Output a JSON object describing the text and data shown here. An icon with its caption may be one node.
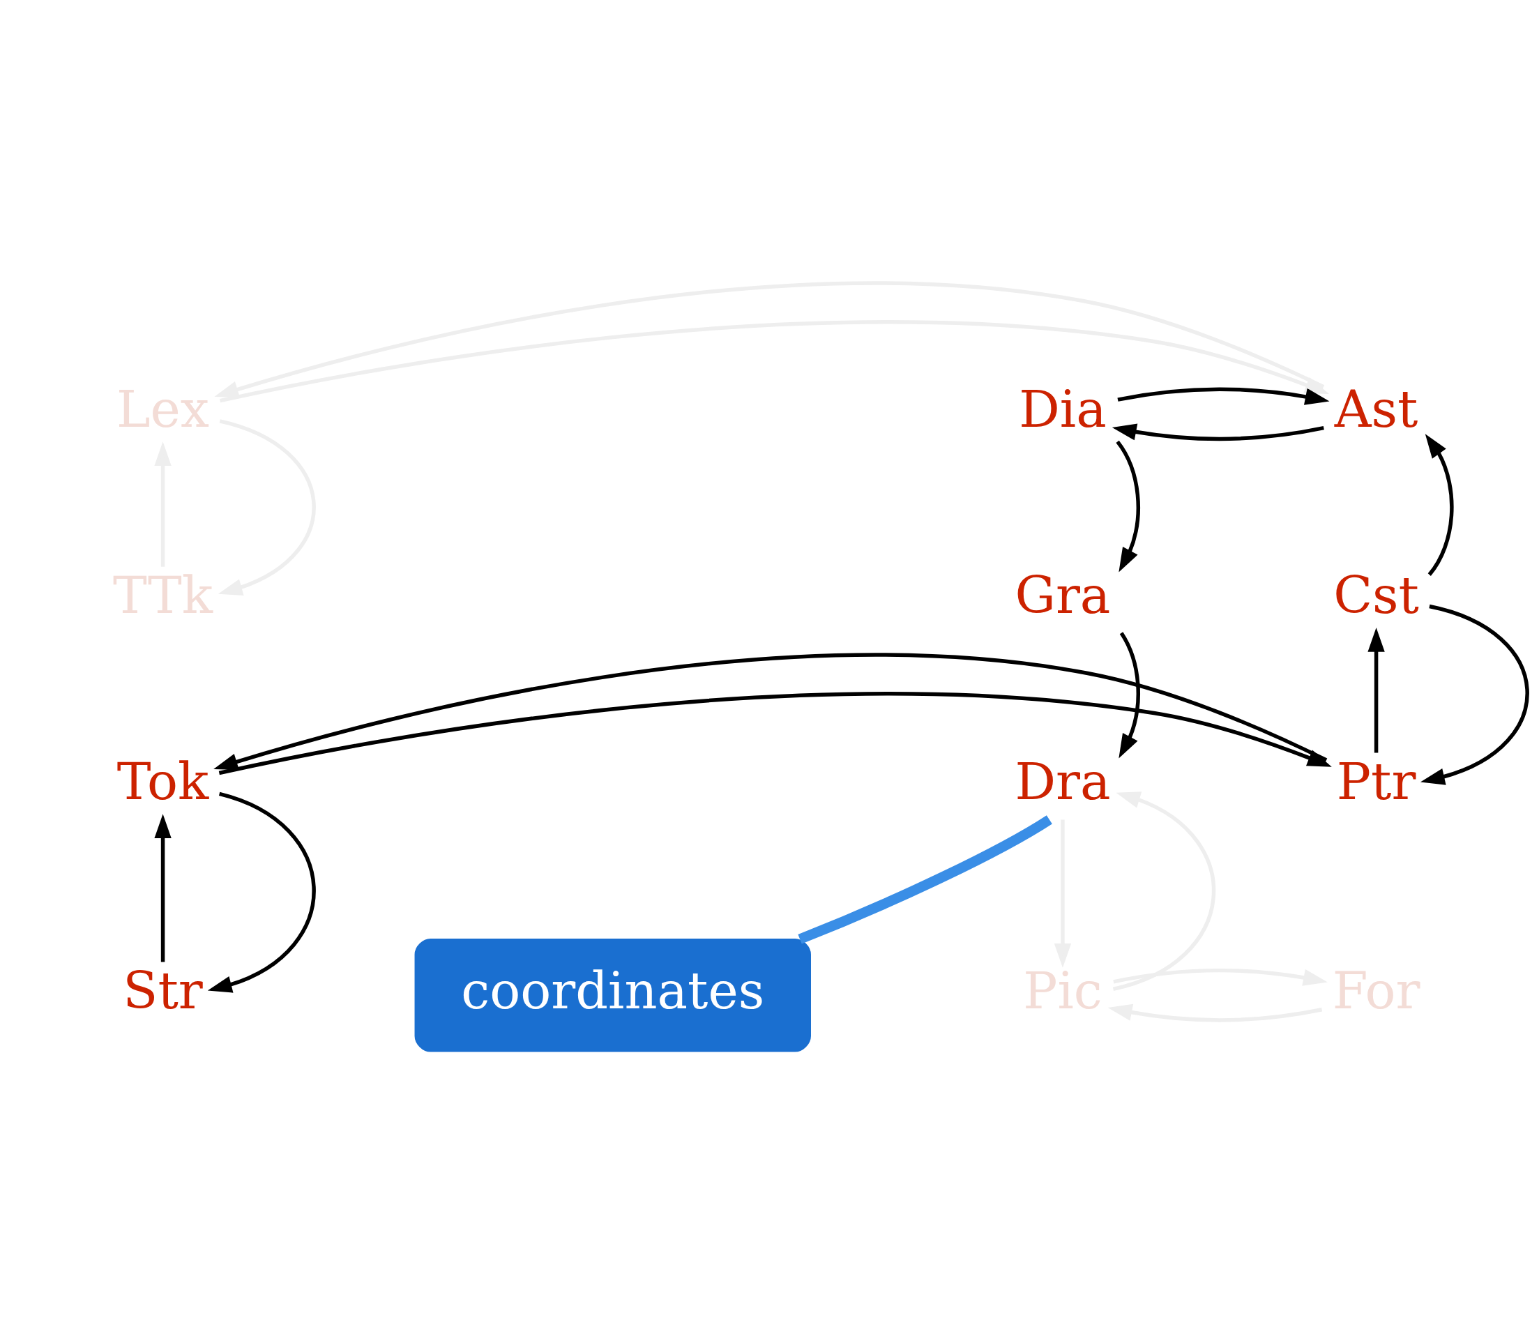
{
  "diagram": {
    "nodes": [
      {
        "text": [
          "Lex"
        ]
      },
      {
        "text": [
          "Ast"
        ]
      },
      {
        "text": [
          "Dia"
        ]
      },
      {
        "text": [
          "TTk"
        ]
      },
      {
        "text": [
          "Cst"
        ]
      },
      {
        "text": [
          "Gra"
        ]
      },
      {
        "text": [
          "Tok"
        ]
      },
      {
        "text": [
          "Ptr"
        ]
      },
      {
        "text": [
          "Dra"
        ]
      },
      {
        "text": [
          "coordinates"
        ]
      },
      {
        "text": [
          "Str"
        ]
      },
      {
        "text": [
          "For"
        ]
      },
      {
        "text": [
          "Pic"
        ]
      }
    ],
    "edges": [
      {
        "from": 1,
        "to": 2,
        "arrow": "to"
      },
      {
        "from": 2,
        "to": 1,
        "arrow": "to"
      },
      {
        "from": 2,
        "to": 5,
        "arrow": "to"
      },
      {
        "from": 4,
        "to": 1,
        "arrow": "to"
      },
      {
        "from": 7,
        "to": 4,
        "arrow": "to"
      },
      {
        "from": 4,
        "to": 7,
        "arrow": "to"
      },
      {
        "from": 5,
        "to": 8,
        "arrow": "to"
      },
      {
        "from": 6,
        "to": 7,
        "arrow": "to"
      },
      {
        "from": 7,
        "to": 6,
        "arrow": "to"
      },
      {
        "from": 10,
        "to": 6,
        "arrow": "to"
      },
      {
        "from": 6,
        "to": 10,
        "arrow": "to"
      },
      {
        "from": 9,
        "to": 8,
        "arrow": "none",
        "style": "thick",
        "color": "#3a8ee6"
      },
      {
        "from": 0,
        "to": 1,
        "arrow": "to",
        "color": "#eeeeee"
      },
      {
        "from": 1,
        "to": 0,
        "arrow": "to",
        "color": "#eeeeee"
      },
      {
        "from": 3,
        "to": 0,
        "arrow": "to",
        "color": "#eeeeee"
      },
      {
        "from": 0,
        "to": 3,
        "arrow": "to",
        "color": "#eeeeee"
      },
      {
        "from": 11,
        "to": 12,
        "arrow": "to",
        "color": "#eeeeee"
      },
      {
        "from": 12,
        "to": 11,
        "arrow": "to",
        "color": "#eeeeee"
      },
      {
        "from": 8,
        "to": 12,
        "arrow": "to",
        "color": "#eeeeee"
      },
      {
        "from": 12,
        "to": 8,
        "arrow": "to",
        "color": "#eeeeee"
      }
    ]
  }
}
